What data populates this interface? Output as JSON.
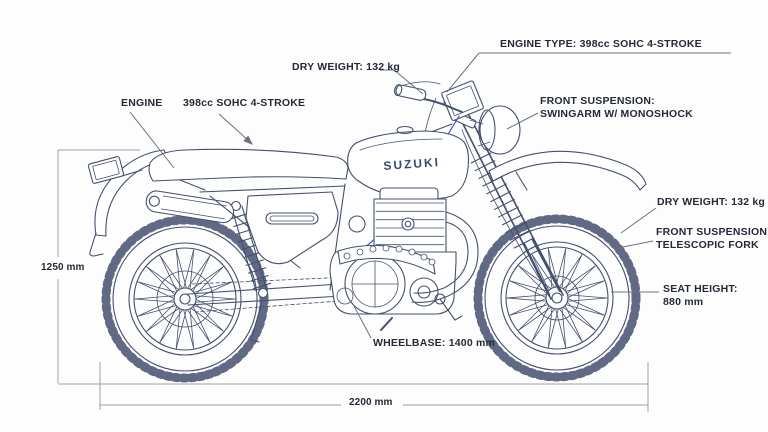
{
  "title": "Suzuki dual-sport motorcycle specification diagram",
  "brand_logo": "SUZUKI",
  "callouts": {
    "engine_type": "ENGINE TYPE: 398cc SOHC 4-STROKE",
    "dry_weight_top": "DRY WEIGHT: 132 kg",
    "engine": "ENGINE",
    "displacement": "398cc SOHC 4-STROKE",
    "front_suspension_swingarm": {
      "line1": "FRONT SUSPENSION:",
      "line2": "SWINGARM W/ MONOSHOCK"
    },
    "dry_weight_right": "DRY WEIGHT: 132 kg",
    "front_suspension_telescopic": {
      "line1": "FRONT SUSPENSION:",
      "line2": "TELESCOPIC FORK"
    },
    "seat_height": {
      "line1": "SEAT HEIGHT:",
      "line2": "880 mm"
    },
    "wheelbase": "WHEELBASE: 1400 mm"
  },
  "dimensions": {
    "overall_height": "1250 mm",
    "overall_length": "2200 mm"
  },
  "colors": {
    "line": "#45506f",
    "accent_blue": "#4a58c0",
    "dimension_gray": "#9aa1ab",
    "leader_gray": "#6a7282",
    "text": "#242a38",
    "background": "#fdfdfd"
  }
}
